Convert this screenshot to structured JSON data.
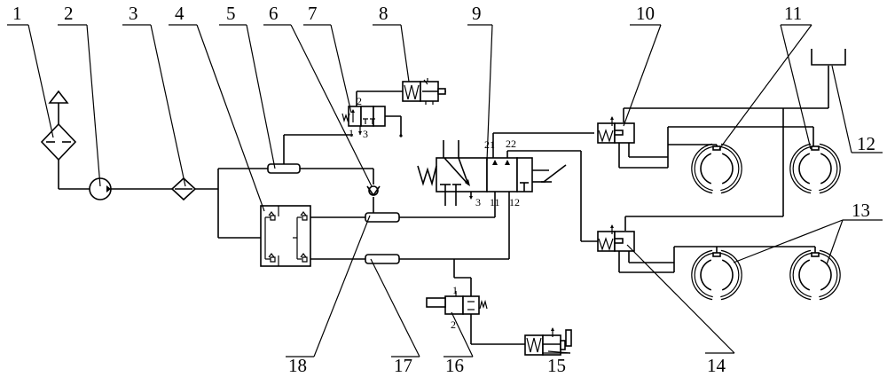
{
  "diagram": {
    "title": "",
    "type": "pneumatic brake system schematic",
    "callouts": [
      {
        "id": "1",
        "label": "1"
      },
      {
        "id": "2",
        "label": "2"
      },
      {
        "id": "3",
        "label": "3"
      },
      {
        "id": "4",
        "label": "4"
      },
      {
        "id": "5",
        "label": "5"
      },
      {
        "id": "6",
        "label": "6"
      },
      {
        "id": "7",
        "label": "7"
      },
      {
        "id": "8",
        "label": "8"
      },
      {
        "id": "9",
        "label": "9"
      },
      {
        "id": "10",
        "label": "10"
      },
      {
        "id": "11",
        "label": "11"
      },
      {
        "id": "12",
        "label": "12"
      },
      {
        "id": "13",
        "label": "13"
      },
      {
        "id": "14",
        "label": "14"
      },
      {
        "id": "15",
        "label": "15"
      },
      {
        "id": "16",
        "label": "16"
      },
      {
        "id": "17",
        "label": "17"
      },
      {
        "id": "18",
        "label": "18"
      }
    ],
    "port_labels": {
      "valve7_p2": "2",
      "valve7_p1": "1",
      "valve7_p3": "3",
      "valve9_p21": "21",
      "valve9_p22": "22",
      "valve9_p3": "3",
      "valve9_p11": "11",
      "valve9_p12": "12",
      "valve16_p1": "1",
      "valve16_p2": "2"
    }
  }
}
